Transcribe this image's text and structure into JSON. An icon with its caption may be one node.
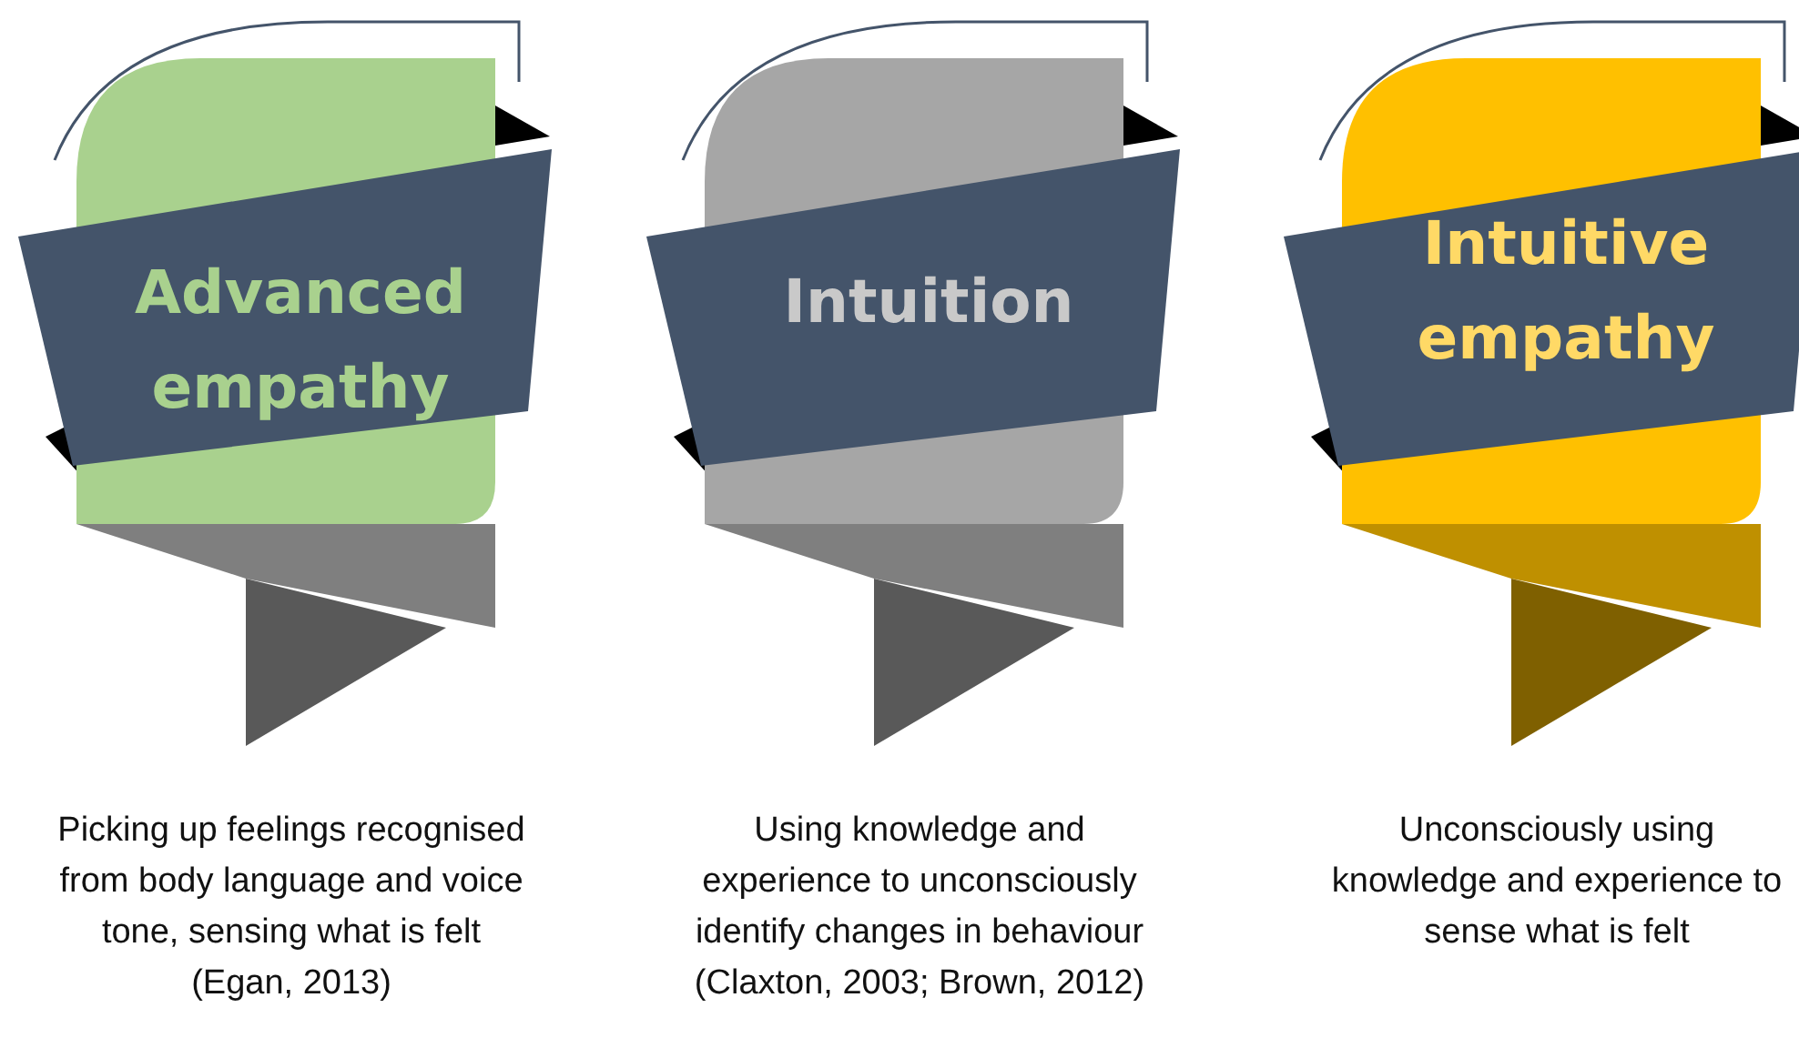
{
  "diagram": {
    "nodes": [
      {
        "text": [
          "Advanced empathy"
        ],
        "beside": [
          "Picking up feelings recognised from body language and voice tone, sensing what is felt (Egan, 2013)"
        ]
      },
      {
        "text": [
          "Intuition"
        ],
        "beside": [
          "Using knowledge and experience to unconsciously identify changes in behaviour (Claxton, 2003; Brown, 2012)"
        ]
      },
      {
        "text": [
          "Intuitive empathy"
        ],
        "beside": [
          "Unconsciously using knowledge and experience to sense what is felt"
        ]
      }
    ]
  }
}
